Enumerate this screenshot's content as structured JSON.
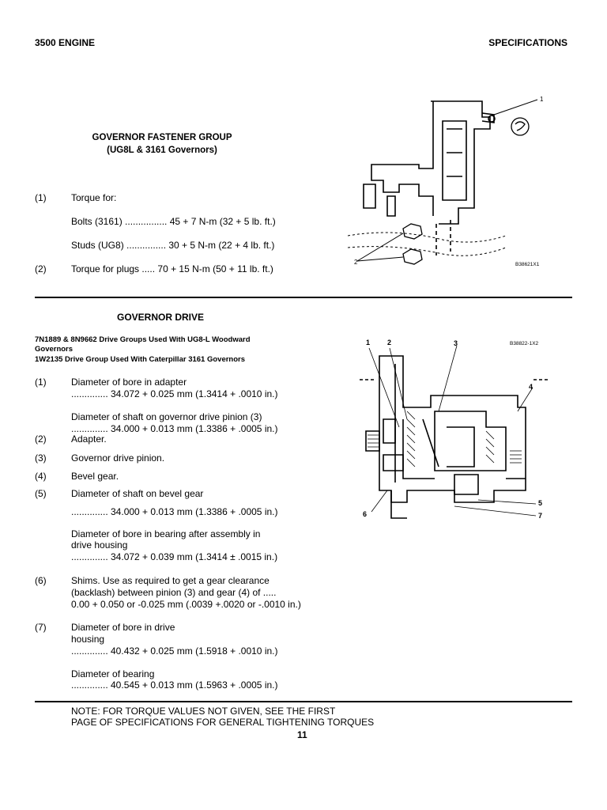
{
  "header": {
    "left": "3500 ENGINE",
    "right": "SPECIFICATIONS"
  },
  "section1": {
    "title": "GOVERNOR FASTENER GROUP",
    "subtitle": "(UG8L & 3161 Governors)",
    "item1_num": "(1)",
    "item1_label": "Torque for:",
    "bolts": "Bolts (3161) ................ 45 + 7 N-m (32 + 5 lb.  ft.)",
    "studs": "Studs (UG8) ............... 30 + 5 N-m (22 + 4 lb.  ft.)",
    "item2_num": "(2)",
    "item2": "Torque for plugs ..... 70 + 15 N-m (50 + 11 lb.  ft.)",
    "figure": {
      "callout_1": "1",
      "callout_2": "2",
      "code": "B38621X1"
    }
  },
  "section2": {
    "title": "GOVERNOR DRIVE",
    "groups_line1": "7N1889 & 8N9662 Drive Groups Used With UG8-L Woodward",
    "groups_line2": "Governors",
    "groups_line3": "1W2135 Drive Group Used With Caterpillar 3161 Governors",
    "items": [
      {
        "num": "(1)",
        "text": "Diameter of bore in adapter"
      },
      {
        "num": "",
        "text": ".............. 34.072 + 0.025 mm (1.3414 + .0010 in.)"
      },
      {
        "num": "",
        "text": "Diameter of shaft on governor drive pinion (3)"
      },
      {
        "num": "",
        "text": ".............. 34.000 + 0.013 mm (1.3386 + .0005 in.)"
      },
      {
        "num": "(2)",
        "text": "Adapter."
      },
      {
        "num": "(3)",
        "text": "Governor drive pinion."
      },
      {
        "num": "(4)",
        "text": "Bevel gear."
      },
      {
        "num": "(5)",
        "text": "Diameter of shaft on bevel  gear"
      },
      {
        "num": "",
        "text": ".............. 34.000 + 0.013 mm (1.3386 + .0005 in.)"
      },
      {
        "num": "",
        "text": "Diameter of bore in bearing after assembly in"
      },
      {
        "num": "",
        "text": "drive housing"
      },
      {
        "num": "",
        "text": ".............. 34.072 + 0.039 mm (1.3414 ± .0015 in.)"
      },
      {
        "num": "(6)",
        "text": "Shims.  Use as required to get a gear clearance"
      },
      {
        "num": "",
        "text": "(backlash) between pinion (3) and gear (4) of ....."
      },
      {
        "num": "",
        "text": "0.00 + 0.050 or -0.025 mm (.0039 +.0020 or -.0010 in.)"
      },
      {
        "num": "(7)",
        "text": "Diameter of bore in drive"
      },
      {
        "num": "",
        "text": "housing"
      },
      {
        "num": "",
        "text": ".............. 40.432 + 0.025 mm (1.5918 + .0010 in.)"
      },
      {
        "num": "",
        "text": "Diameter of bearing"
      },
      {
        "num": "",
        "text": ".............. 40.545 + 0.013 mm (1.5963 + .0005 in.)"
      }
    ],
    "figure": {
      "code": "B38822-1X2",
      "callouts": [
        "1",
        "2",
        "3",
        "4",
        "5",
        "6",
        "7"
      ]
    }
  },
  "footer": {
    "note_line1": "NOTE: FOR TORQUE VALUES NOT GIVEN, SEE THE FIRST",
    "note_line2": "PAGE OF SPECIFICATIONS FOR GENERAL TIGHTENING TORQUES",
    "page_number": "11"
  }
}
